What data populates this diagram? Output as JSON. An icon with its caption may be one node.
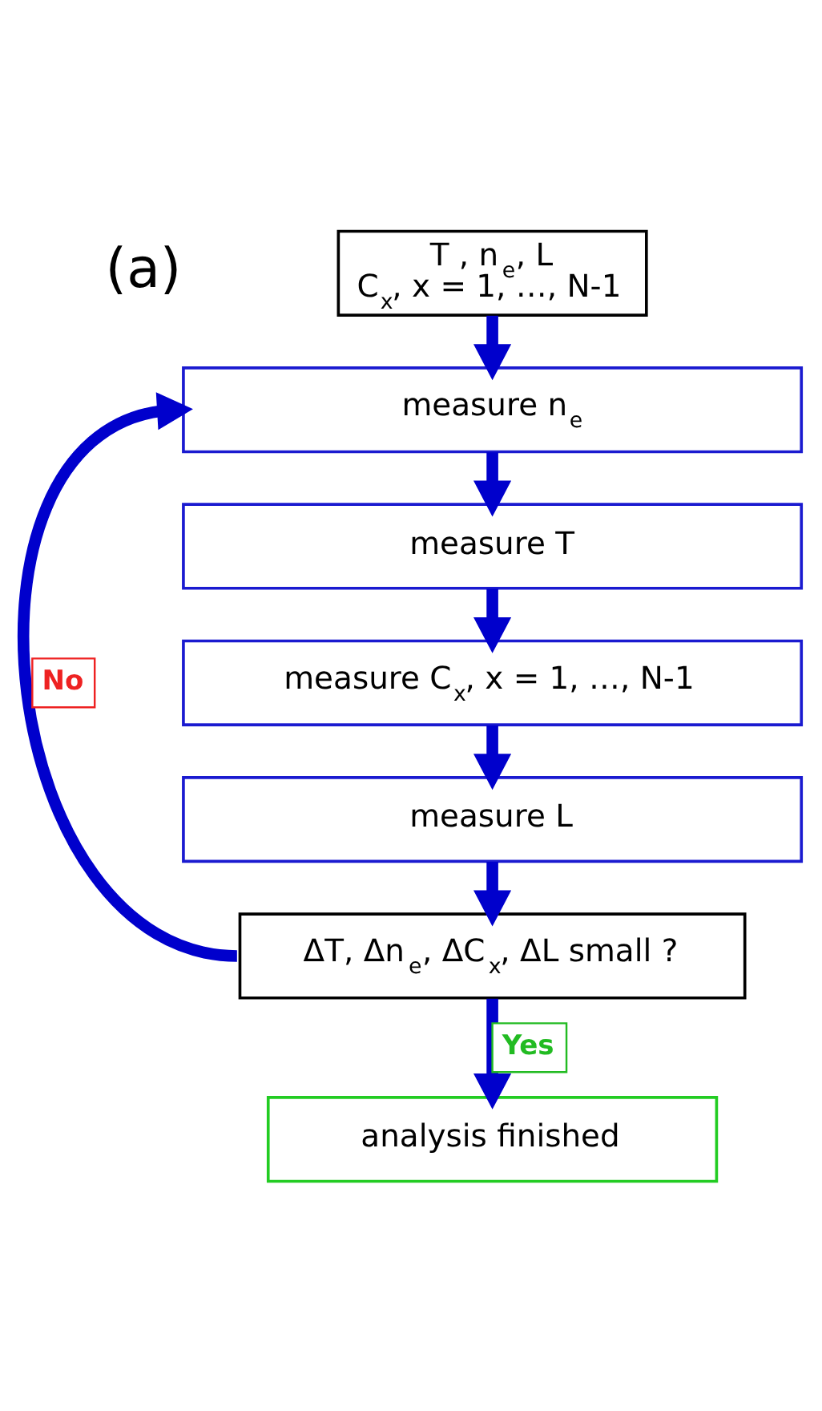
{
  "diagram": {
    "nodes": [
      {
        "text": [
          "T , n$_{e}$, L",
          "C$_{x}$, x = 1, …, N-1"
        ]
      },
      {
        "text": [
          "measure n$_{e}$"
        ]
      },
      {
        "text": [
          "measure T"
        ]
      },
      {
        "text": [
          "measure C$_{x}$, x = 1, …, N-1"
        ]
      },
      {
        "text": [
          "measure L"
        ]
      },
      {
        "text": [
          "ΔT, Δn$_{e}$, ΔC$_{x}$, ΔL small ?"
        ]
      },
      {
        "text": [
          "analysis finished"
        ]
      }
    ],
    "edges": [
      {
        "from": 0,
        "to": 1,
        "arrow": "to"
      },
      {
        "from": 1,
        "to": 2,
        "arrow": "to"
      },
      {
        "from": 2,
        "to": 3,
        "arrow": "to"
      },
      {
        "from": 3,
        "to": 4,
        "arrow": "to"
      },
      {
        "from": 4,
        "to": 5,
        "arrow": "to"
      },
      {
        "from": 5,
        "to": 1,
        "arrow": "to",
        "label": "No"
      },
      {
        "from": 5,
        "to": 6,
        "arrow": "to",
        "label": "Yes"
      }
    ],
    "labels": [
      "(a)"
    ]
  }
}
